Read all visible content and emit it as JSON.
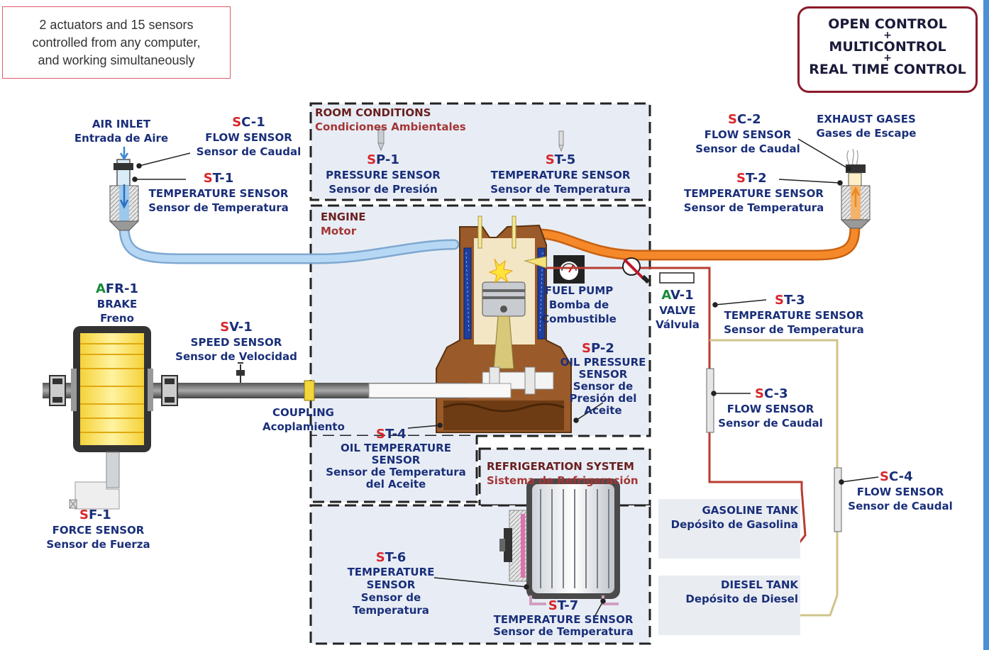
{
  "top_note": [
    "2 actuators and 15 sensors",
    "controlled from any computer,",
    "and working simultaneously"
  ],
  "control_box": {
    "line1": "OPEN CONTROL",
    "plus": "+",
    "line2": "MULTICONTROL",
    "line3": "REAL TIME CONTROL"
  },
  "sections": {
    "room": {
      "title": "ROOM CONDITIONS",
      "subtitle": "Condiciones Ambientales"
    },
    "engine": {
      "title": "ENGINE",
      "subtitle": "Motor"
    },
    "refrigeration": {
      "title": "REFRIGERATION SYSTEM",
      "subtitle": "Sistema de Refrigeración"
    }
  },
  "labels": {
    "air_inlet": {
      "en": "AIR INLET",
      "es": "Entrada de Aire"
    },
    "sc1": {
      "letter": "S",
      "code": "C-1",
      "en": "FLOW SENSOR",
      "es": "Sensor de Caudal"
    },
    "st1": {
      "letter": "S",
      "code": "T-1",
      "en": "TEMPERATURE SENSOR",
      "es": "Sensor de Temperatura"
    },
    "sp1": {
      "letter": "S",
      "code": "P-1",
      "en": "PRESSURE SENSOR",
      "es": "Sensor de Presión"
    },
    "st5": {
      "letter": "S",
      "code": "T-5",
      "en": "TEMPERATURE SENSOR",
      "es": "Sensor de Temperatura"
    },
    "sc2": {
      "letter": "S",
      "code": "C-2",
      "en": "FLOW SENSOR",
      "es": "Sensor de Caudal"
    },
    "exhaust": {
      "en": "EXHAUST GASES",
      "es": "Gases de Escape"
    },
    "st2": {
      "letter": "S",
      "code": "T-2",
      "en": "TEMPERATURE SENSOR",
      "es": "Sensor de Temperatura"
    },
    "afr1": {
      "letter": "A",
      "code": "FR-1",
      "en": "BRAKE",
      "es": "Freno"
    },
    "sv1": {
      "letter": "S",
      "code": "V-1",
      "en": "SPEED SENSOR",
      "es": "Sensor de Velocidad"
    },
    "coupling": {
      "en": "COUPLING",
      "es": "Acoplamiento"
    },
    "fuel_pump": {
      "en": "FUEL PUMP",
      "es1": "Bomba de",
      "es2": "Combustible"
    },
    "av1": {
      "letter": "A",
      "code": "V-1",
      "en": "VALVE",
      "es": "Válvula"
    },
    "st3": {
      "letter": "S",
      "code": "T-3",
      "en": "TEMPERATURE SENSOR",
      "es": "Sensor de Temperatura"
    },
    "sp2": {
      "letter": "S",
      "code": "P-2",
      "en1": "OIL PRESSURE",
      "en2": "SENSOR",
      "es1": "Sensor de",
      "es2": "Presión del",
      "es3": "Aceite"
    },
    "sc3": {
      "letter": "S",
      "code": "C-3",
      "en": "FLOW SENSOR",
      "es": "Sensor de Caudal"
    },
    "st4": {
      "letter": "S",
      "code": "T-4",
      "en1": "OIL TEMPERATURE",
      "en2": "SENSOR",
      "es1": "Sensor de Temperatura",
      "es2": "del Aceite"
    },
    "sc4": {
      "letter": "S",
      "code": "C-4",
      "en": "FLOW SENSOR",
      "es": "Sensor de Caudal"
    },
    "gasoline": {
      "en": "GASOLINE TANK",
      "es": "Depósito de Gasolina"
    },
    "diesel": {
      "en": "DIESEL TANK",
      "es": "Depósito de Diesel"
    },
    "sf1": {
      "letter": "S",
      "code": "F-1",
      "en": "FORCE SENSOR",
      "es": "Sensor de Fuerza"
    },
    "st6": {
      "letter": "S",
      "code": "T-6",
      "en1": "TEMPERATURE",
      "en2": "SENSOR",
      "es1": "Sensor de",
      "es2": "Temperatura"
    },
    "st7": {
      "letter": "S",
      "code": "T-7",
      "en": "TEMPERATURE SENSOR",
      "es": "Sensor de Temperatura"
    }
  },
  "colors": {
    "code_letter_sensor": "#d8262b",
    "code_letter_actuator": "#1a8a3a",
    "navy_text": "#1a2f7a",
    "air_pipe": "#9cc8ec",
    "exhaust_pipe": "#f07d1e",
    "fuel_line": "#b83c32",
    "diesel_line": "#cfc48a"
  }
}
